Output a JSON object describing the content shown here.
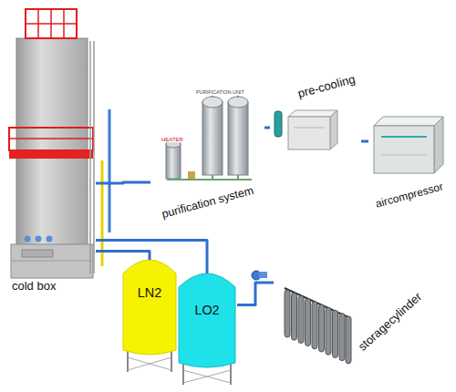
{
  "diagram": {
    "nodes": [
      {
        "text": [
          "cold box"
        ]
      },
      {
        "text": [
          "LN2"
        ]
      },
      {
        "text": [
          "LO2"
        ]
      },
      {
        "text": [
          "purification system"
        ]
      },
      {
        "text": [
          "pre-cooling"
        ]
      },
      {
        "text": [
          "aircompressor"
        ]
      },
      {
        "text": [
          "storagecylinder"
        ]
      }
    ],
    "edges": [
      {
        "from": 5,
        "to": 4,
        "arrow": "none"
      },
      {
        "from": 4,
        "to": 3,
        "arrow": "none"
      },
      {
        "from": 3,
        "to": 0,
        "arrow": "none"
      },
      {
        "from": 0,
        "to": 1,
        "arrow": "none"
      },
      {
        "from": 0,
        "to": 2,
        "arrow": "none"
      },
      {
        "from": 2,
        "to": 6,
        "arrow": "none"
      }
    ],
    "labels": [
      "HEATER",
      "PURIFICATION UNIT"
    ]
  }
}
